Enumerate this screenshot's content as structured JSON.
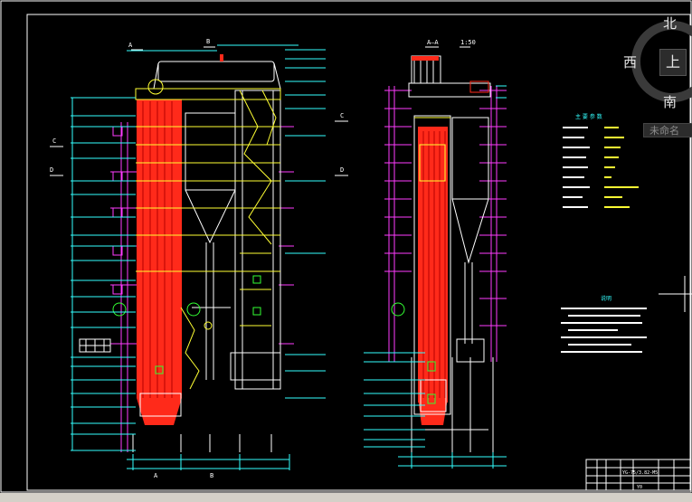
{
  "app": {
    "canvas_background": "#000000",
    "line_colors": {
      "frame": "#ffffff",
      "boiler": "#ff2a1a",
      "steel": "#ff3bff",
      "pipe": "#ffff33",
      "dim": "#33ffff",
      "label": "#ffffff"
    }
  },
  "compass": {
    "north": "北",
    "west": "西",
    "south": "南",
    "top_button": "上",
    "named_view": "未命名"
  },
  "labels": {
    "section_aa": "A—A",
    "ratio": "1:50",
    "spec_title": "主 要 参 数",
    "notes_title": "说明",
    "drawing_code": "YG-75/3.82-M5",
    "sheet_code": "Y0"
  }
}
